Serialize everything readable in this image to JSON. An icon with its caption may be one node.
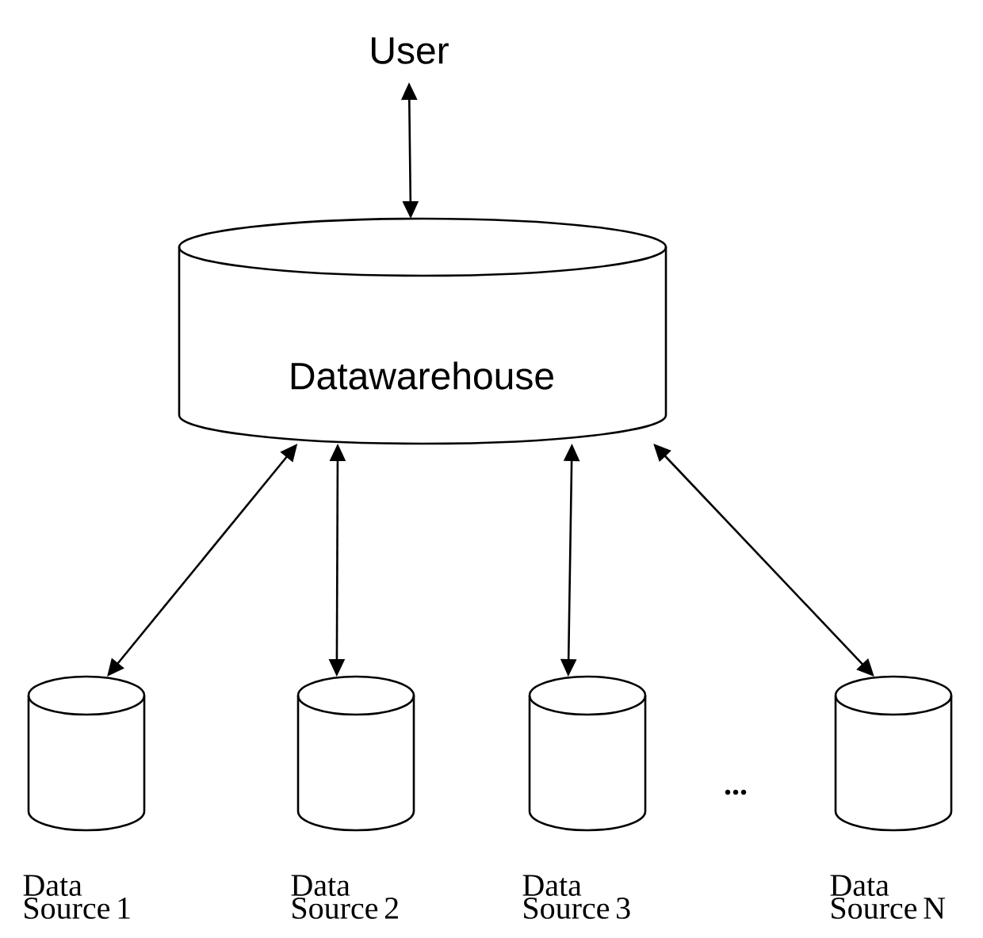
{
  "diagram": {
    "nodes": [
      {
        "text": [
          "User"
        ]
      },
      {
        "text": [
          "Datawarehouse"
        ]
      },
      {
        "text": [
          "Data Source 1"
        ]
      },
      {
        "text": [
          "Data Source 2"
        ]
      },
      {
        "text": [
          "Data Source 3"
        ]
      },
      {
        "text": [
          "Data Source N"
        ]
      }
    ],
    "edges": [
      {
        "from": 0,
        "to": 1,
        "arrow": "both"
      },
      {
        "from": 1,
        "to": 2,
        "arrow": "both"
      },
      {
        "from": 1,
        "to": 3,
        "arrow": "both"
      },
      {
        "from": 1,
        "to": 4,
        "arrow": "both"
      },
      {
        "from": 1,
        "to": 5,
        "arrow": "both"
      }
    ],
    "labels": [
      "..."
    ]
  }
}
